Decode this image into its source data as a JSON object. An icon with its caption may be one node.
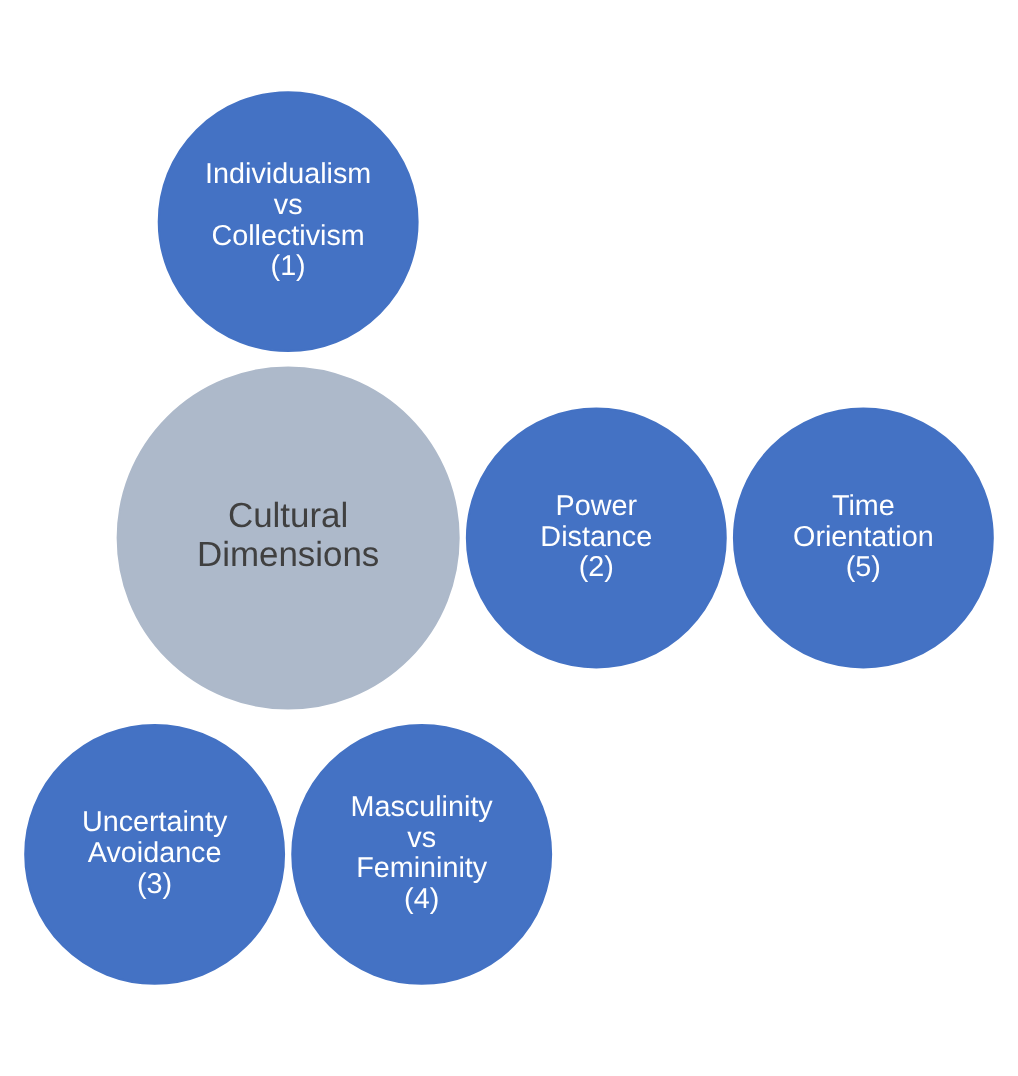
{
  "diagram": {
    "nodes": [
      {
        "text": [
          "Cultural Dimensions"
        ]
      },
      {
        "text": [
          "Individualism vs Collectivism (1)"
        ]
      },
      {
        "text": [
          "Power Distance (2)"
        ]
      },
      {
        "text": [
          "Uncertainty Avoidance (3)"
        ]
      },
      {
        "text": [
          "Masculinity vs Femininity (4)"
        ]
      },
      {
        "text": [
          "Time Orientation (5)"
        ]
      }
    ]
  }
}
